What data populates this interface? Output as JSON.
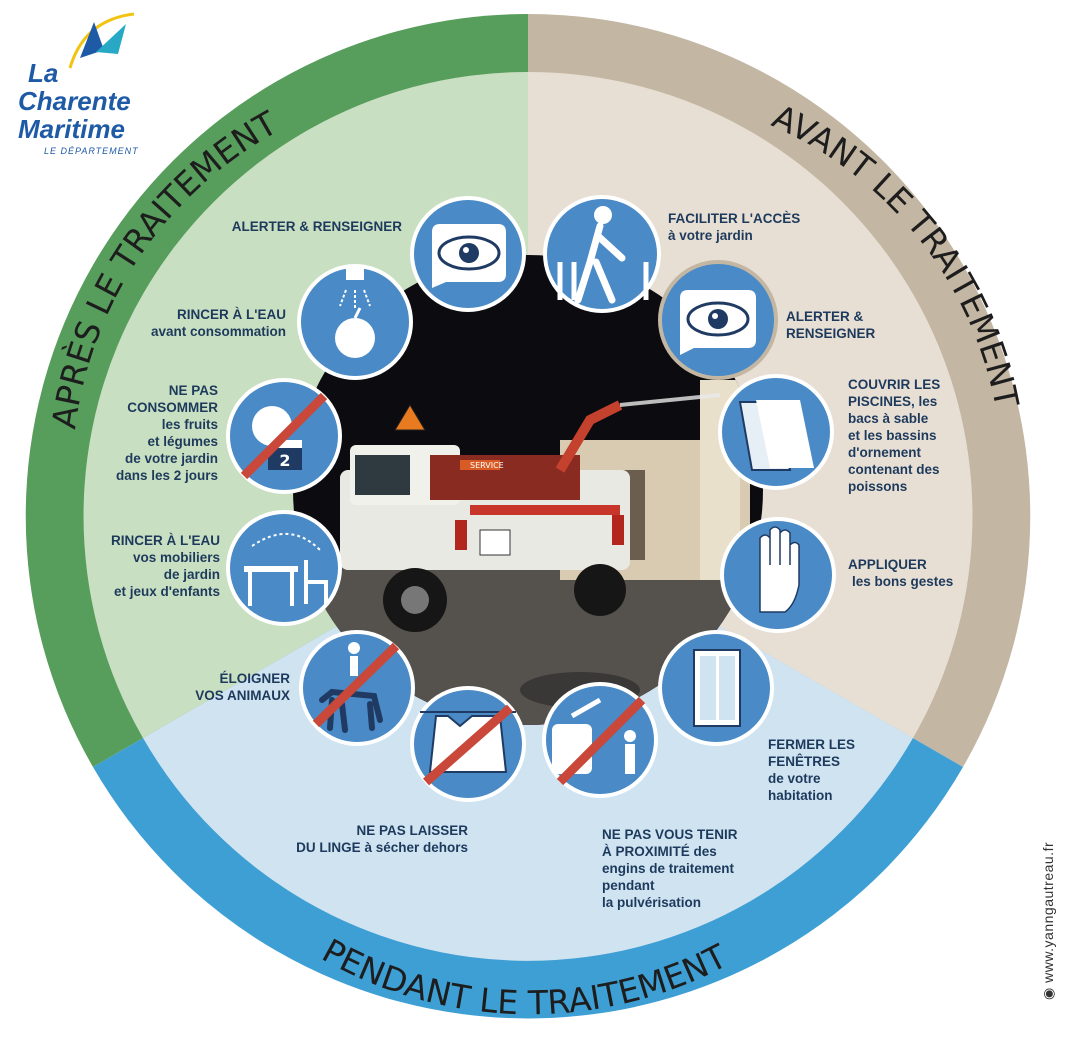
{
  "logo": {
    "line1": "La",
    "line2": "Charente",
    "line3": "Maritime",
    "subtitle": "LE DÉPARTEMENT"
  },
  "sections": {
    "avant": "AVANT LE TRAITEMENT",
    "apres": "APRÈS LE TRAITEMENT",
    "pendant": "PENDANT LE TRAITEMENT"
  },
  "items": {
    "faciliter": {
      "bold": "FACILITER L'ACCÈS",
      "rest": "à votre jardin"
    },
    "alerter_avant": {
      "bold1": "ALERTER &",
      "bold2": "RENSEIGNER"
    },
    "couvrir": {
      "bold1": "COUVRIR LES",
      "bold2": "PISCINES,",
      "rest1": " les",
      "rest2": "bacs à sable",
      "rest3": "et les bassins",
      "rest4": "d'ornement",
      "rest5": "contenant des",
      "rest6": "poissons"
    },
    "appliquer": {
      "bold": "APPLIQUER",
      "rest": "les bons gestes"
    },
    "fermer": {
      "bold1": "FERMER LES",
      "bold2": "FENÊTRES",
      "rest1": "de votre",
      "rest2": "habitation"
    },
    "proximite": {
      "bold1": "NE PAS VOUS TENIR",
      "bold2": "À PROXIMITÉ",
      "rest1": " des",
      "rest2": "engins de traitement",
      "rest3": "pendant",
      "rest4": "la pulvérisation"
    },
    "linge": {
      "bold1": "NE PAS LAISSER",
      "bold2": "DU LINGE",
      "rest": " à sécher dehors"
    },
    "animaux": {
      "bold1": "ÉLOIGNER",
      "bold2": "VOS ANIMAUX"
    },
    "rincer_mobilier": {
      "bold": "RINCER À L'EAU",
      "rest1": "vos mobiliers",
      "rest2": "de jardin",
      "rest3": "et jeux d'enfants"
    },
    "consommer": {
      "bold1": "NE PAS",
      "bold2": "CONSOMMER",
      "rest1": "les fruits",
      "rest2": "et légumes",
      "rest3": "de votre jardin",
      "rest4": "dans les 2 jours",
      "badge": "2"
    },
    "rincer_eau": {
      "bold": "RINCER À L'EAU",
      "rest": "avant consommation"
    },
    "alerter_apres": {
      "bold": "ALERTER & RENSEIGNER"
    }
  },
  "photo": {
    "van_text": "SERVICE"
  },
  "credit": "www.yanngautreau.fr",
  "colors": {
    "green_ring": "#579d5c",
    "green_fill": "#c9dfc1",
    "beige_ring": "#c3b6a3",
    "beige_fill": "#e8dfd4",
    "blue_ring": "#3e9fd4",
    "blue_fill": "#cfe3f1",
    "icon_blue": "#4a8ac6",
    "icon_dark": "#1f3b64",
    "slash_red": "#c9483a"
  }
}
